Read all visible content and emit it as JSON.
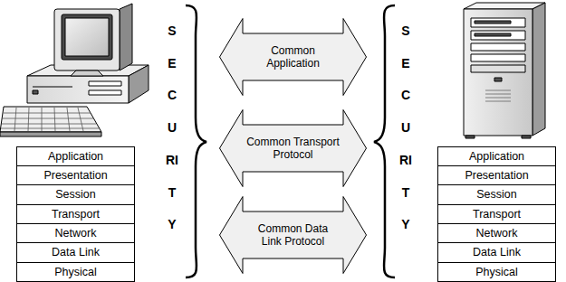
{
  "diagram": {
    "nodes": [
      {
        "text": [
          "Application"
        ]
      },
      {
        "text": [
          "Presentation"
        ]
      },
      {
        "text": [
          "Session"
        ]
      },
      {
        "text": [
          "Transport"
        ]
      },
      {
        "text": [
          "Network"
        ]
      },
      {
        "text": [
          "Data Link"
        ]
      },
      {
        "text": [
          "Physical"
        ]
      },
      {
        "text": [
          "Common Application"
        ]
      },
      {
        "text": [
          "Common Transport Protocol"
        ]
      },
      {
        "text": [
          "Common Data Link Protocol"
        ]
      },
      {
        "text": [
          "Application"
        ]
      },
      {
        "text": [
          "Presentation"
        ]
      },
      {
        "text": [
          "Session"
        ]
      },
      {
        "text": [
          "Transport"
        ]
      },
      {
        "text": [
          "Network"
        ]
      },
      {
        "text": [
          "Data Link"
        ]
      },
      {
        "text": [
          "Physical"
        ]
      }
    ],
    "labels": [
      "SECURITY",
      "SECURITY"
    ]
  }
}
